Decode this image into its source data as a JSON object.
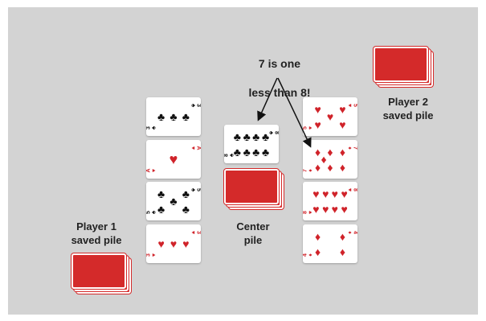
{
  "annotation": {
    "line1": "7 is one",
    "line2": "less than 8!"
  },
  "labels": {
    "player1": "Player 1\nsaved pile",
    "player2": "Player 2\nsaved pile",
    "center": "Center\npile"
  },
  "colors": {
    "table": "#d3d3d3",
    "card_back": "#d42a2a",
    "red_suit": "#d0232a",
    "black_suit": "#111111"
  },
  "player1_cards": [
    {
      "rank": "3",
      "suit": "clubs",
      "color": "black"
    },
    {
      "rank": "A",
      "suit": "hearts",
      "color": "red"
    },
    {
      "rank": "5",
      "suit": "clubs",
      "color": "black"
    },
    {
      "rank": "3",
      "suit": "hearts",
      "color": "red"
    }
  ],
  "center_card": {
    "rank": "8",
    "suit": "clubs",
    "color": "black"
  },
  "player2_cards": [
    {
      "rank": "5",
      "suit": "hearts",
      "color": "red"
    },
    {
      "rank": "7",
      "suit": "diamonds",
      "color": "red"
    },
    {
      "rank": "8",
      "suit": "hearts",
      "color": "red"
    },
    {
      "rank": "4",
      "suit": "diamonds",
      "color": "red"
    }
  ]
}
